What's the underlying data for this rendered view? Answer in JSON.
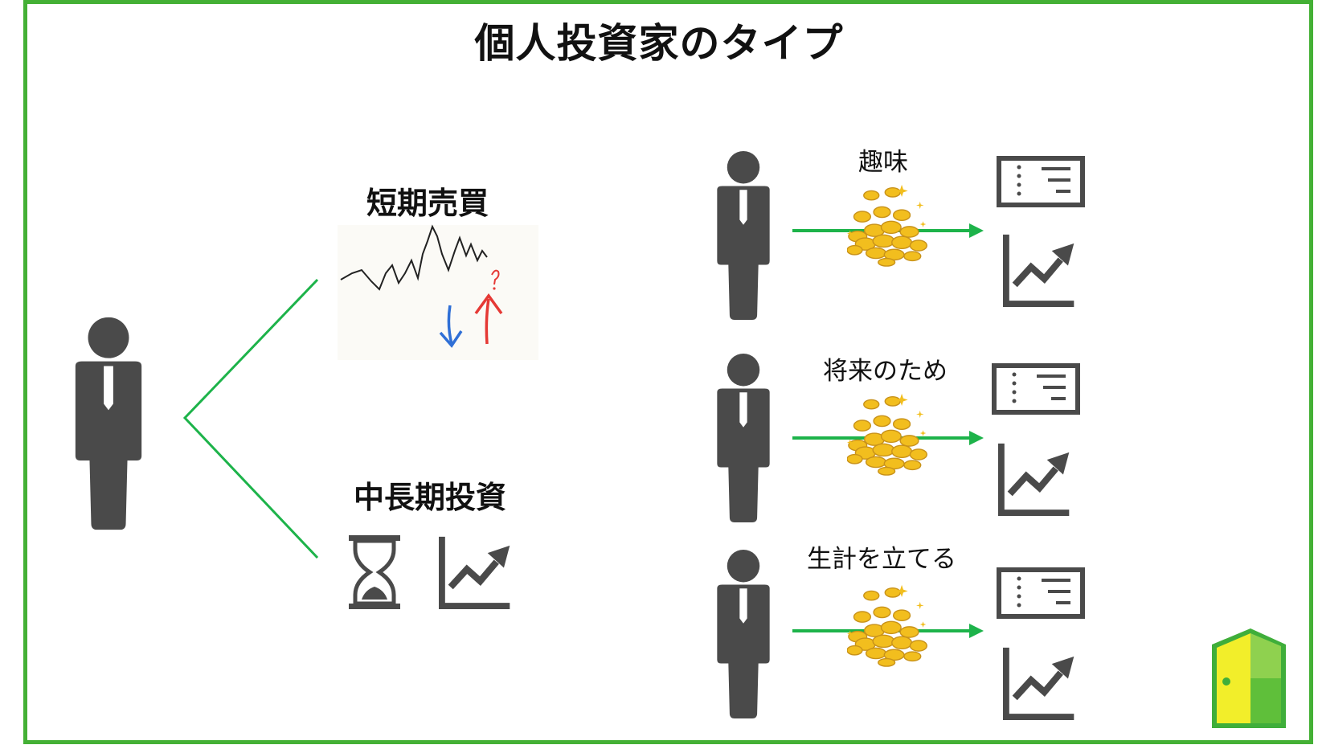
{
  "title": "個人投資家のタイプ",
  "branches": {
    "short_term": {
      "label": "短期売買"
    },
    "long_term": {
      "label": "中長期投資"
    }
  },
  "purposes": [
    {
      "label": "趣味"
    },
    {
      "label": "将来のため"
    },
    {
      "label": "生計を立てる"
    }
  ],
  "colors": {
    "frame": "#44b035",
    "connector": "#1db34a",
    "icon": "#4a4a4a",
    "coin": "#f2be1e",
    "arrow_down": "#2f6fd6",
    "arrow_up": "#e53935",
    "logo_green": "#3fae3a",
    "logo_yellow": "#f2ee2a"
  },
  "icons": [
    "person-icon",
    "hourglass-icon",
    "trend-chart-icon",
    "ticket-icon",
    "coin-pile-icon",
    "door-logo-icon"
  ]
}
